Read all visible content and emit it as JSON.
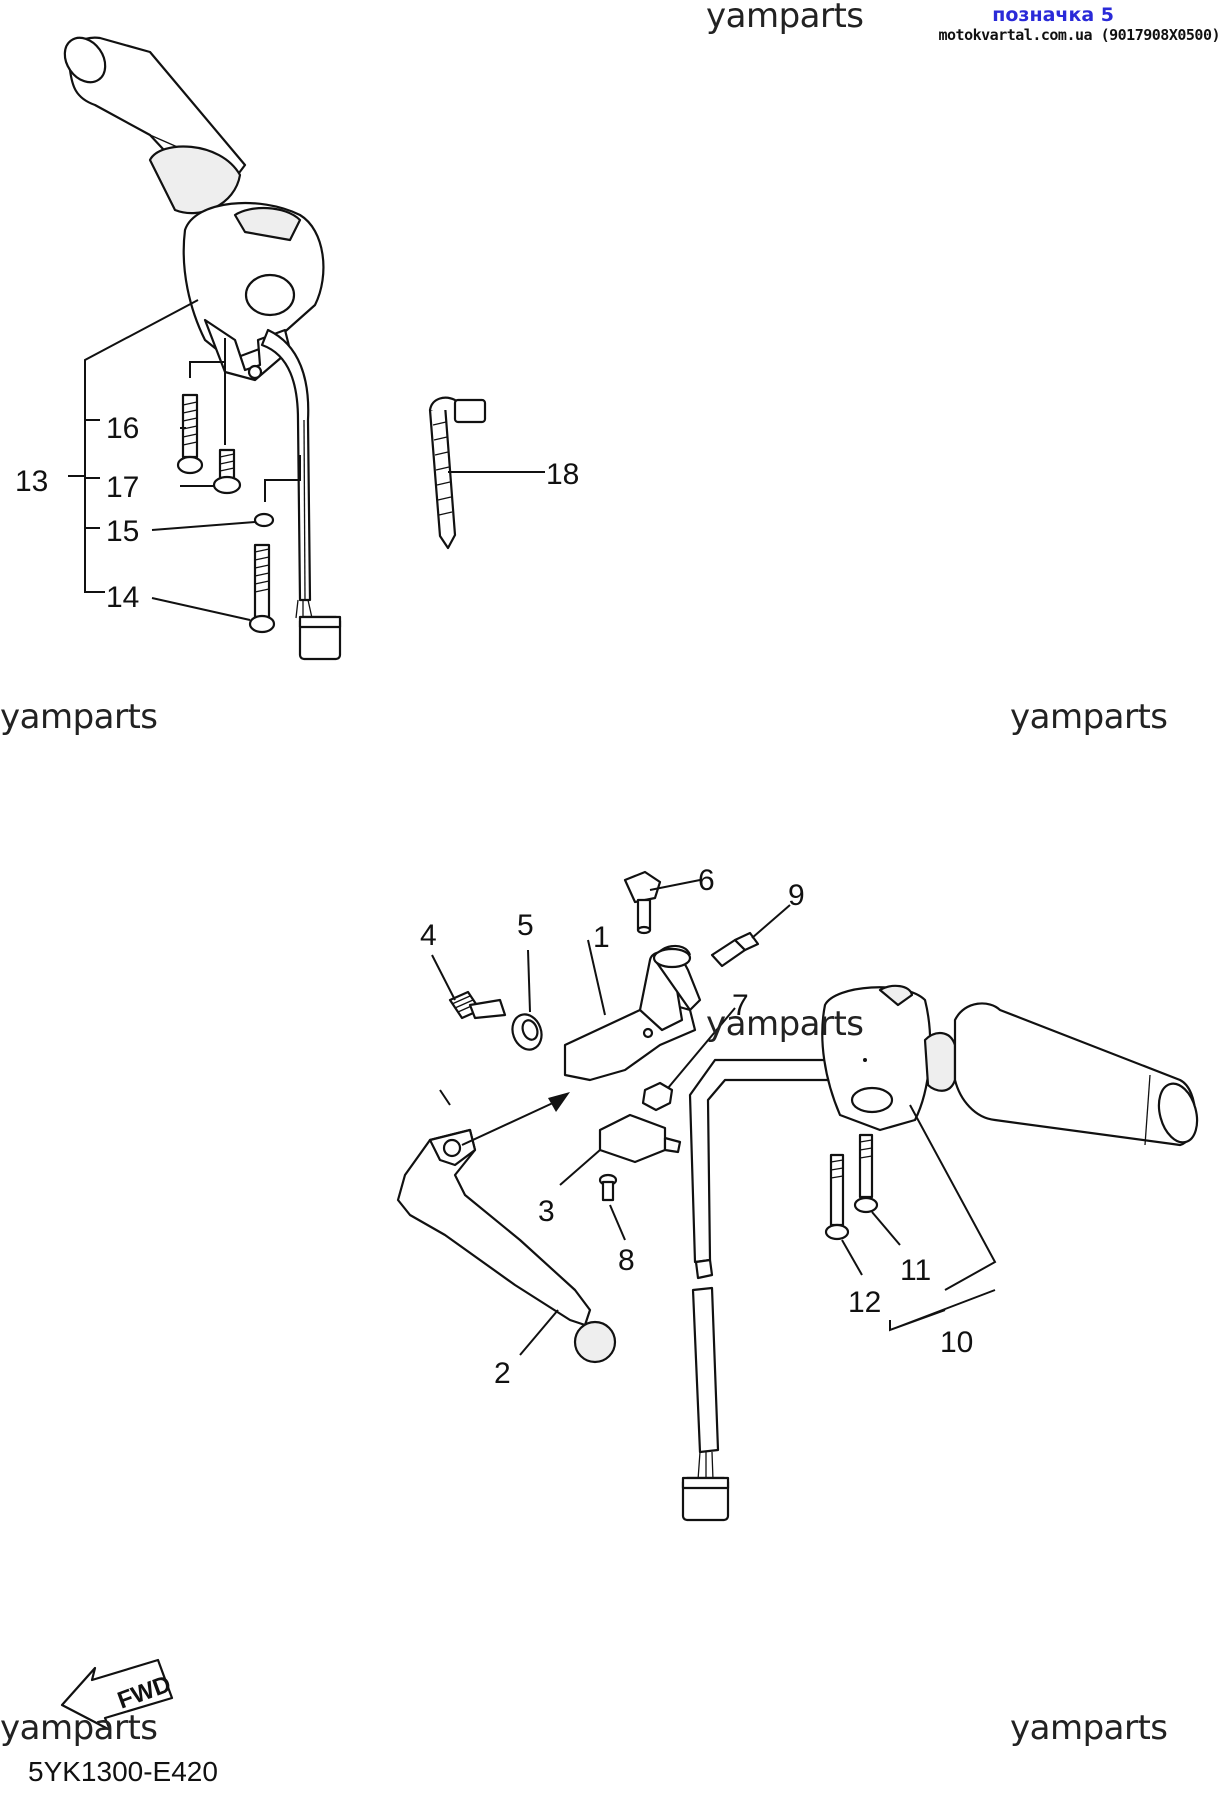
{
  "header": {
    "tag": "позначка 5",
    "site": "motokvartal.com.ua (9017908X0500)"
  },
  "watermarks": [
    "yamparts",
    "yamparts",
    "yamparts",
    "yamparts",
    "yamparts",
    "yamparts"
  ],
  "fwd_label": "FWD",
  "diagram_code": "5YK1300-E420",
  "callouts": {
    "p1": "1",
    "p2": "2",
    "p3": "3",
    "p4": "4",
    "p5": "5",
    "p6": "6",
    "p7": "7",
    "p8": "8",
    "p9": "9",
    "p10": "10",
    "p11": "11",
    "p12": "12",
    "p13": "13",
    "p14": "14",
    "p15": "15",
    "p16": "16",
    "p17": "17",
    "p18": "18"
  }
}
